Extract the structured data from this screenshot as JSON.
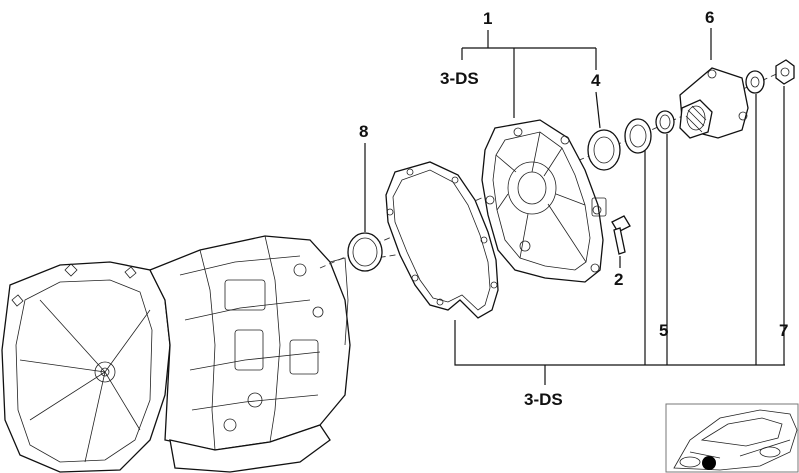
{
  "diagram": {
    "callouts": {
      "c1": "1",
      "c2": "2",
      "c3ds_top": "3-DS",
      "c4": "4",
      "c5": "5",
      "c6": "6",
      "c7": "7",
      "c8": "8",
      "c3ds_bottom": "3-DS"
    },
    "icons": {
      "transmission": "transmission-housing-icon",
      "gasket": "gasket-icon",
      "cover": "rear-cover-icon",
      "flange": "output-flange-icon",
      "thumbnail": "car-location-thumbnail-icon"
    },
    "colors": {
      "line": "#111111",
      "background": "#ffffff",
      "marker": "#000000"
    }
  }
}
